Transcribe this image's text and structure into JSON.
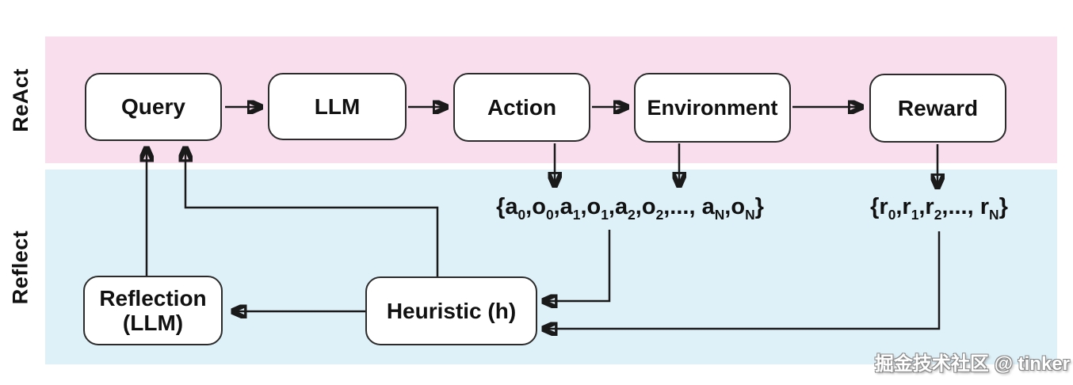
{
  "diagram": {
    "title_context": "ReAct + Reflect loop diagram",
    "bands": {
      "react": {
        "label": "ReAct",
        "color": "#f9dfee"
      },
      "reflect": {
        "label": "Reflect",
        "color": "#def1f8"
      }
    },
    "boxes": {
      "query": {
        "label": "Query"
      },
      "llm": {
        "label": "LLM"
      },
      "action": {
        "label": "Action"
      },
      "environment": {
        "label": "Environment"
      },
      "reward": {
        "label": "Reward"
      },
      "reflection": {
        "label_line1": "Reflection",
        "label_line2": "(LLM)"
      },
      "heuristic": {
        "label": "Heuristic (h)"
      }
    },
    "sequences": {
      "trajectory": "{a_0,o_0,a_1,o_1,a_2,o_2,..., a_N,o_N}",
      "rewards": "{r_0,r_1,r_2,..., r_N}"
    },
    "colors": {
      "box_fill": "#ffffff",
      "box_border": "#2b2b2b",
      "arrow": "#1a1a1a",
      "text": "#111111",
      "background": "#ffffff"
    },
    "watermark": "掘金技术社区 @ tinker"
  }
}
